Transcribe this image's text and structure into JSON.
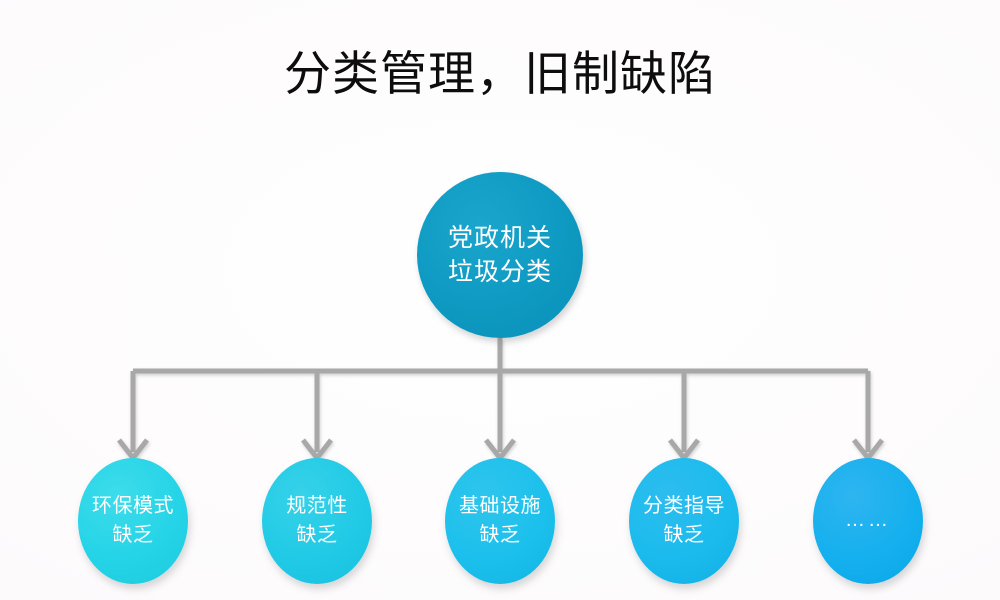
{
  "page": {
    "title": "分类管理，旧制缺陷",
    "background_color": "#fdfafb"
  },
  "diagram": {
    "type": "hierarchy-tree",
    "connector_color": "#a8a8a8",
    "root": {
      "id": "root-node",
      "line1": "党政机关",
      "line2": "垃圾分类",
      "color": "#0e9ac2",
      "text_color": "#ffffff"
    },
    "children": [
      {
        "id": "leaf-1",
        "line1": "环保模式",
        "line2": "缺乏",
        "color": "#25d4e7",
        "text_color": "#ffffff"
      },
      {
        "id": "leaf-2",
        "line1": "规范性",
        "line2": "缺乏",
        "color": "#21cae6",
        "text_color": "#ffffff"
      },
      {
        "id": "leaf-3",
        "line1": "基础设施",
        "line2": "缺乏",
        "color": "#1cc0ec",
        "text_color": "#ffffff"
      },
      {
        "id": "leaf-4",
        "line1": "分类指导",
        "line2": "缺乏",
        "color": "#1bbbed",
        "text_color": "#ffffff"
      },
      {
        "id": "leaf-5",
        "line1": "……",
        "line2": "",
        "color": "#15b0ee",
        "text_color": "#ffffff"
      }
    ]
  }
}
